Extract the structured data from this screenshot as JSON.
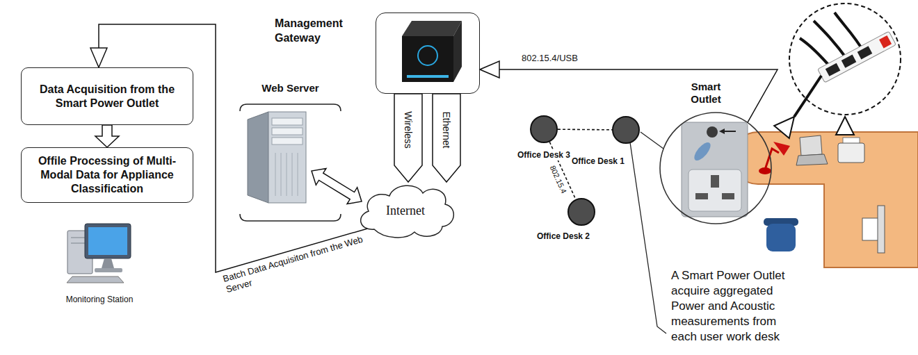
{
  "diagram": {
    "nodes": [
      {
        "text": [
          "Data Acquisition from the Smart Power Outlet"
        ]
      },
      {
        "text": [
          "Offile Processing of Multi-Modal Data for Appliance Classification"
        ]
      },
      {
        "text": [
          "Management Gateway"
        ]
      },
      {
        "text": [
          "Web Server"
        ]
      },
      {
        "text": [
          "Internet"
        ]
      },
      {
        "text": [
          "Office Desk 3"
        ]
      },
      {
        "text": [
          "Office Desk 1"
        ]
      },
      {
        "text": [
          "Office Desk 2"
        ]
      },
      {
        "text": [
          "Smart Outlet"
        ]
      }
    ],
    "edges": [
      {
        "from": 0,
        "to": 1,
        "arrow": "to"
      },
      {
        "from": 4,
        "to": 0,
        "label": "Batch Data Acquisiton from the Web Server",
        "arrow": "to"
      },
      {
        "from": 3,
        "to": 4,
        "arrow": "both"
      },
      {
        "from": 2,
        "to": 4,
        "label": "Wireless",
        "arrow": "to"
      },
      {
        "from": 2,
        "to": 4,
        "label": "Ethernet",
        "arrow": "to"
      },
      {
        "from": 8,
        "to": 2,
        "label": "802.15.4/USB",
        "arrow": "to"
      },
      {
        "from": 5,
        "to": 6,
        "arrow": "none"
      },
      {
        "from": 5,
        "to": 7,
        "label": "802.15.4",
        "arrow": "none"
      }
    ],
    "labels": [
      "Monitoring Station",
      "A Smart Power Outlet acquire aggregated Power and Acoustic measurements from each user work desk"
    ]
  }
}
